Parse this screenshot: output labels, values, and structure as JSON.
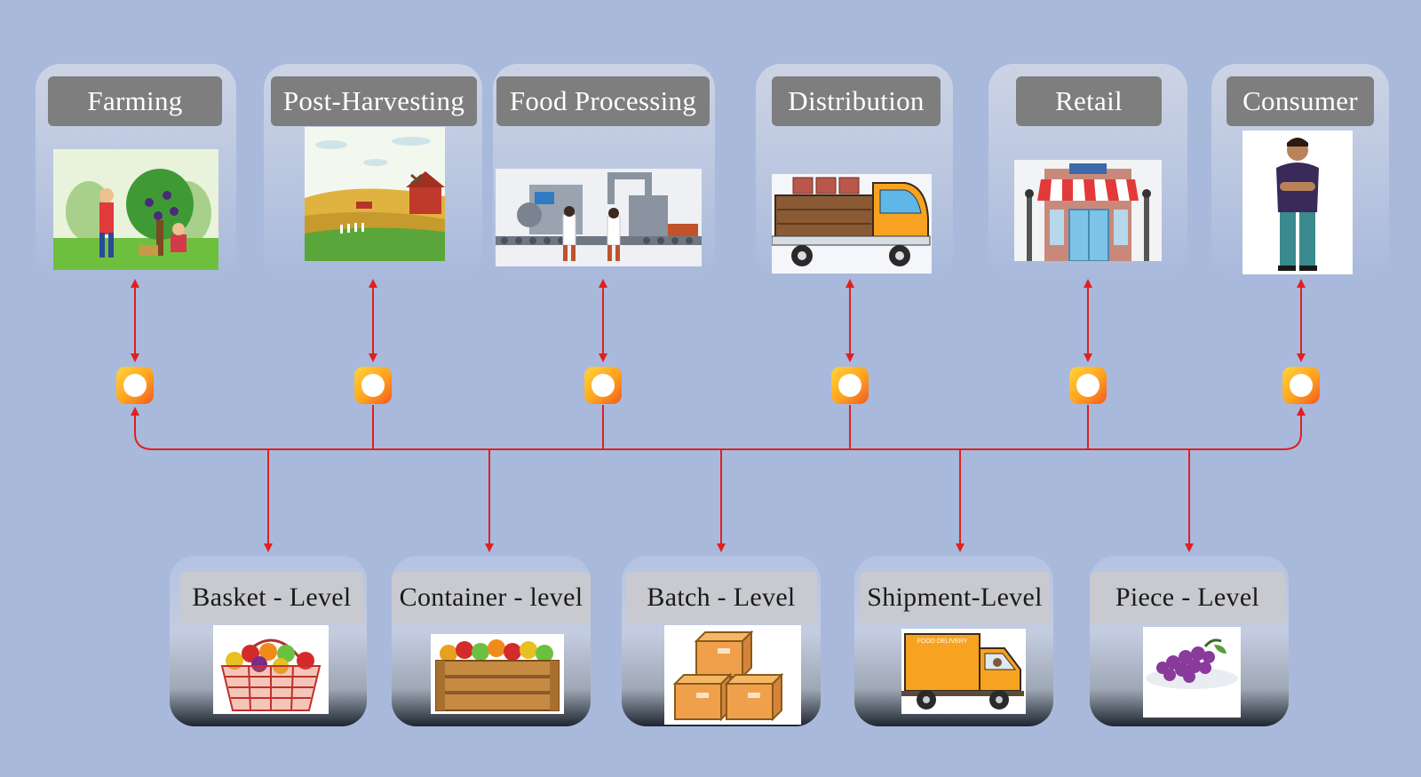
{
  "stages": [
    {
      "label": "Farming",
      "image": "farming-illustration"
    },
    {
      "label": "Post-Harvesting",
      "image": "post-harvest-field-illustration"
    },
    {
      "label": "Food  Processing",
      "image": "food-processing-line-illustration"
    },
    {
      "label": "Distribution",
      "image": "delivery-truck-illustration"
    },
    {
      "label": "Retail",
      "image": "retail-store-illustration"
    },
    {
      "label": "Consumer",
      "image": "consumer-person-illustration"
    }
  ],
  "levels": [
    {
      "label": "Basket - Level",
      "image": "fruit-basket-illustration"
    },
    {
      "label": "Container - level",
      "image": "vegetable-crate-illustration"
    },
    {
      "label": "Batch - Level",
      "image": "cardboard-boxes-illustration"
    },
    {
      "label": "Shipment-Level",
      "image": "food-delivery-truck-illustration"
    },
    {
      "label": "Piece  - Level",
      "image": "grape-piece-illustration"
    }
  ],
  "delivery_truck_text": "FOOD DELIVERY",
  "colors": {
    "background": "#a9b9dc",
    "connector": "#e02020",
    "stage_label_bg": "#7e7e7e",
    "level_label_bg": "#c8cad0",
    "node_gradient": [
      "#ffd43a",
      "#ffa21f",
      "#f25a20"
    ]
  }
}
